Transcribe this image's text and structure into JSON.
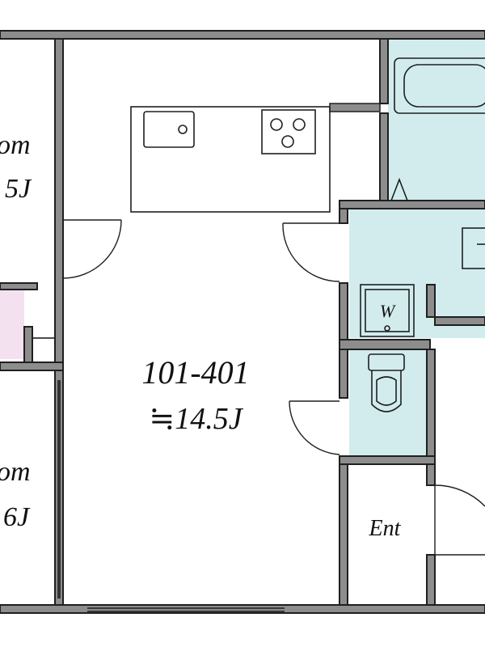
{
  "plan": {
    "rooms": {
      "left_upper_partial_label": "om",
      "left_upper_size": "5J",
      "left_lower_partial_label": "om",
      "left_lower_size": "6J",
      "ldk_unit_label": "101-401",
      "ldk_size": "≒14.5J",
      "washer_label": "W",
      "entrance_label": "Ent"
    },
    "colors": {
      "wall": "#8d8d8d",
      "wet_area": "#d2ecee",
      "closet_tint": "#f3e1f0",
      "line": "#1f1f1f"
    },
    "icons": [
      "bathtub-icon",
      "sink-icon",
      "stove-icon",
      "toilet-icon",
      "washbasin-icon",
      "washer-pan-icon",
      "door-swing-icon",
      "balcony-window-icon"
    ]
  }
}
